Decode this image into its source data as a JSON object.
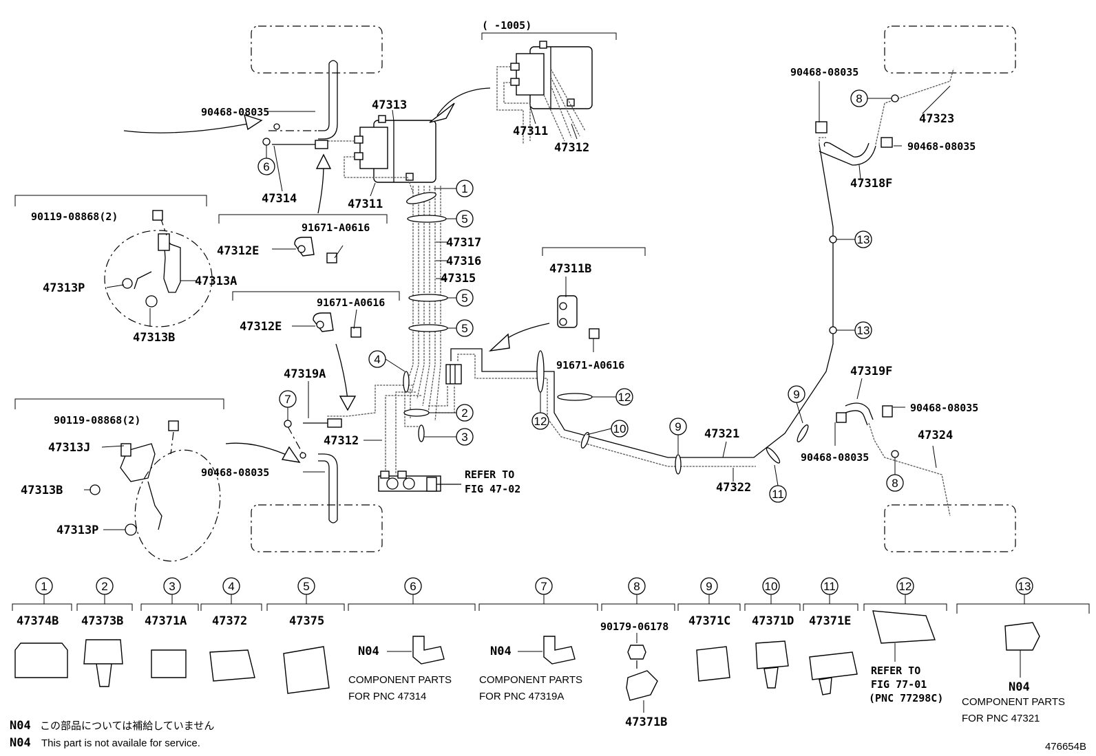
{
  "diagram_id": "476654B",
  "range_label": "(      -1005)",
  "refer_to": {
    "line1": "REFER TO",
    "line2": "FIG 47-02"
  },
  "notes": {
    "code": "N04",
    "japanese": "この部品については補給していません",
    "english": "This part is not availale for service."
  },
  "callouts": {
    "p47313": "47313",
    "p47311_top": "47311",
    "p47312_top": "47312",
    "p90468_tl": "90468-08035",
    "p47314": "47314",
    "p47311_mid": "47311",
    "p90119_a": "90119-08868(2)",
    "p91671_a": "91671-A0616",
    "p47312E_a": "47312E",
    "p47313A": "47313A",
    "p47313P_a": "47313P",
    "p47313B_a": "47313B",
    "p47317": "47317",
    "p47316": "47316",
    "p47315": "47315",
    "p91671_b": "91671-A0616",
    "p47312E_b": "47312E",
    "p47311B": "47311B",
    "p91671_c": "91671-A0616",
    "p47319A": "47319A",
    "p90119_b": "90119-08868(2)",
    "p47313J": "47313J",
    "p47313B_b": "47313B",
    "p47313P_b": "47313P",
    "p47312_mid": "47312",
    "p90468_bl": "90468-08035",
    "p47321": "47321",
    "p47322": "47322",
    "p90468_tr1": "90468-08035",
    "p47323": "47323",
    "p90468_tr2": "90468-08035",
    "p47318F": "47318F",
    "p47319F": "47319F",
    "p90468_br1": "90468-08035",
    "p90468_br2": "90468-08035",
    "p47324": "47324"
  },
  "circle_labels": {
    "c1": "1",
    "c5a": "5",
    "c5b": "5",
    "c5c": "5",
    "c2": "2",
    "c3": "3",
    "c4": "4",
    "c6": "6",
    "c7": "7",
    "c8a": "8",
    "c8b": "8",
    "c9a": "9",
    "c9b": "9",
    "c10": "10",
    "c11": "11",
    "c12": "12",
    "c13a": "13",
    "c13b": "13"
  },
  "components": [
    {
      "num": "1",
      "part": "47374B"
    },
    {
      "num": "2",
      "part": "47373B"
    },
    {
      "num": "3",
      "part": "47371A"
    },
    {
      "num": "4",
      "part": "47372"
    },
    {
      "num": "5",
      "part": "47375"
    },
    {
      "num": "6",
      "part": "N04",
      "line1": "COMPONENT PARTS",
      "line2": "FOR PNC 47314"
    },
    {
      "num": "7",
      "part": "N04",
      "line1": "COMPONENT PARTS",
      "line2": "FOR PNC 47319A"
    },
    {
      "num": "8",
      "part": "90179-06178",
      "part2": "47371B"
    },
    {
      "num": "9",
      "part": "47371C"
    },
    {
      "num": "10",
      "part": "47371D"
    },
    {
      "num": "11",
      "part": "47371E"
    },
    {
      "num": "12",
      "part": "REFER TO",
      "line1": "FIG 77-01",
      "line2": "(PNC 77298C)"
    },
    {
      "num": "13",
      "part": "N04",
      "line1": "COMPONENT PARTS",
      "line2": "FOR PNC 47321"
    }
  ]
}
